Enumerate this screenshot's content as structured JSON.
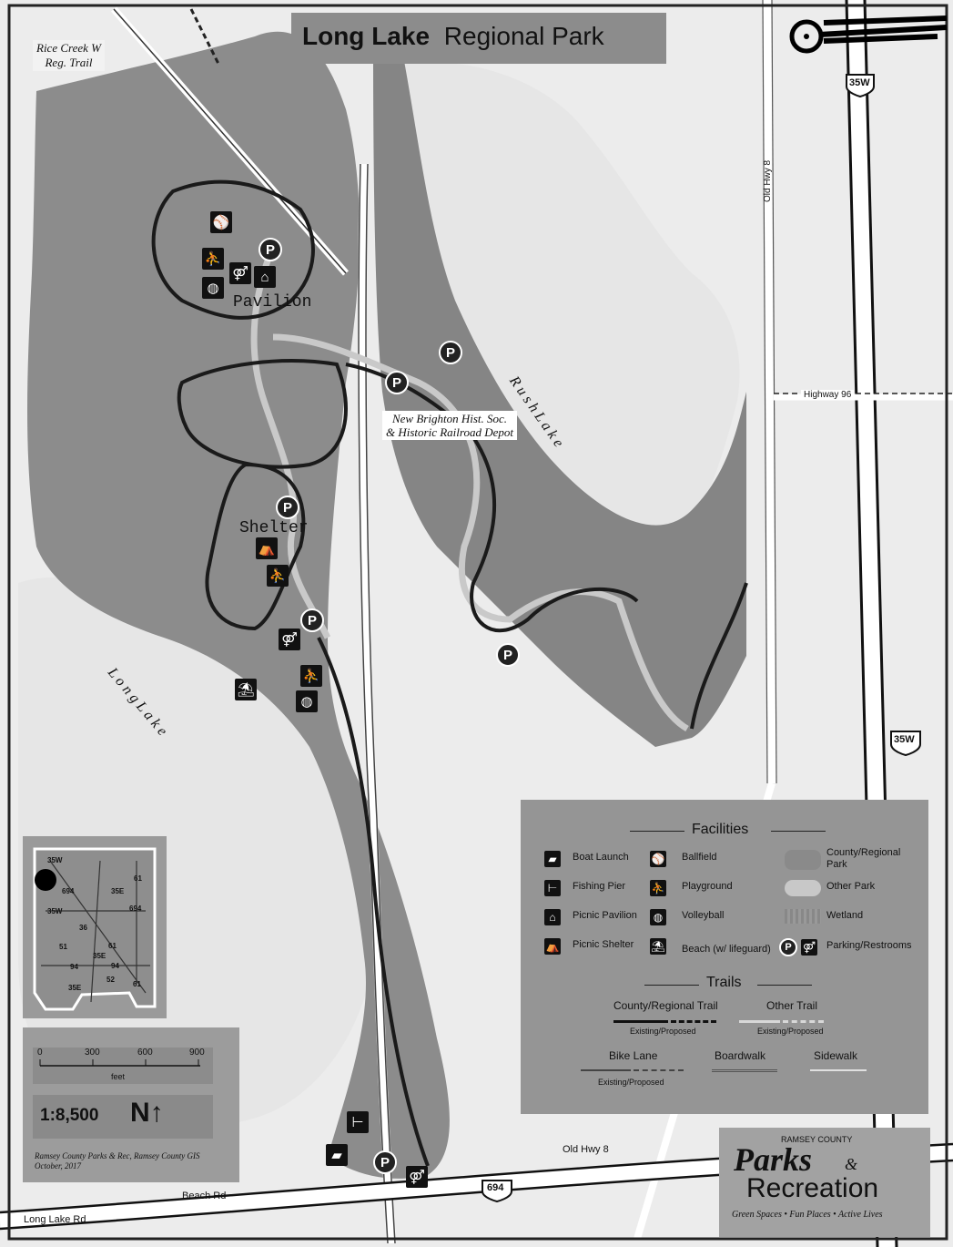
{
  "title": {
    "bold": "Long Lake",
    "rest": "Regional Park"
  },
  "labels": {
    "rice_creek": [
      "Rice Creek W",
      "Reg. Trail"
    ],
    "pavilion": "Pavilion",
    "shelter": "Shelter",
    "rush_lake": "R u s h   L a k e",
    "long_lake": "L o n g   L a k e",
    "depot": [
      "New Brighton Hist. Soc.",
      "& Historic Railroad Depot"
    ],
    "old_hwy8_vertical": "Old Hwy 8",
    "old_hwy8": "Old Hwy 8",
    "highway96": "Highway 96",
    "beach_rd": "Beach Rd",
    "long_lake_rd": "Long Lake Rd",
    "shield_35w_top": "35W",
    "shield_35w_bottom": "35W",
    "shield_694": "694"
  },
  "legend": {
    "facilities_title": "Facilities",
    "facilities": [
      {
        "icon": "boat-launch-icon",
        "glyph": "▰",
        "label": "Boat Launch"
      },
      {
        "icon": "fishing-pier-icon",
        "glyph": "⊢",
        "label": "Fishing Pier"
      },
      {
        "icon": "picnic-pavilion-icon",
        "glyph": "⌂",
        "label": "Picnic Pavilion"
      },
      {
        "icon": "picnic-shelter-icon",
        "glyph": "⛺",
        "label": "Picnic Shelter"
      },
      {
        "icon": "ballfield-icon",
        "glyph": "⚾",
        "label": "Ballfield"
      },
      {
        "icon": "playground-icon",
        "glyph": "⛹",
        "label": "Playground"
      },
      {
        "icon": "volleyball-icon",
        "glyph": "◍",
        "label": "Volleyball"
      },
      {
        "icon": "beach-icon",
        "glyph": "⛱",
        "label": "Beach (w/ lifeguard)"
      }
    ],
    "areas": [
      {
        "label": "County/Regional Park"
      },
      {
        "label": "Other Park"
      },
      {
        "label": "Wetland"
      },
      {
        "label": "Parking/Restrooms"
      }
    ],
    "trails_title": "Trails",
    "trails": {
      "county": "County/Regional Trail",
      "other": "Other Trail",
      "existing_proposed": "Existing/Proposed",
      "bike": "Bike Lane",
      "boardwalk": "Boardwalk",
      "sidewalk": "Sidewalk"
    }
  },
  "inset": {
    "routes": [
      "35W",
      "694",
      "35E",
      "61",
      "35W",
      "694",
      "36",
      "51",
      "35E",
      "61",
      "94",
      "94",
      "52",
      "35E",
      "61"
    ]
  },
  "scale": {
    "ticks": [
      "0",
      "300",
      "600",
      "900"
    ],
    "unit": "feet",
    "ratio": "1:8,500",
    "north": "N",
    "credit": [
      "Ramsey County Parks & Rec, Ramsey County GIS",
      "October, 2017"
    ]
  },
  "logo": {
    "county": "RAMSEY   COUNTY",
    "parks": "Parks",
    "amp": "&",
    "recreation": "Recreation",
    "tagline": "Green Spaces • Fun Places • Active Lives"
  },
  "colors": {
    "park": "#8a8a8a",
    "lake": "#e4e4e4",
    "wetland": "#7c7c7c",
    "road": "#ffffff",
    "trail": "#1a1a1a"
  }
}
